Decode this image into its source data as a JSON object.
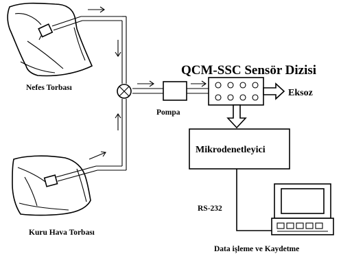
{
  "labels": {
    "breath_bag": "Nefes Torbası",
    "dry_air_bag": "Kuru Hava Torbası",
    "pump": "Pompa",
    "sensor_array": "QCM-SSC Sensör Dizisi",
    "exhaust": "Eksoz",
    "microcontroller": "Mikrodenetleyici",
    "serial_link": "RS-232",
    "computer": "Data işleme ve Kaydetme"
  }
}
